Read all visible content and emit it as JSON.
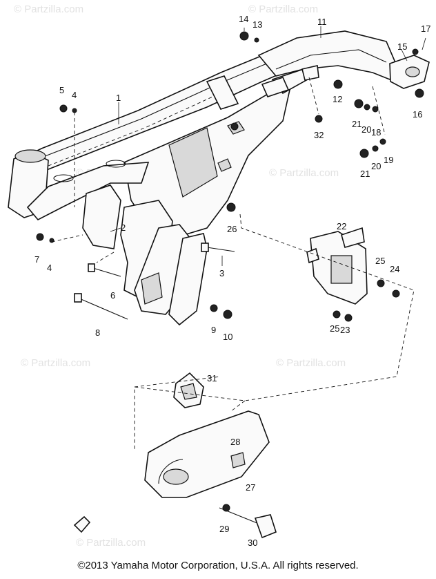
{
  "watermark": "© Partzilla.com",
  "copyright": "©2013  Yamaha Motor Corporation, U.S.A. All rights reserved.",
  "callouts": [
    "1",
    "2",
    "3",
    "4",
    "5",
    "6",
    "7",
    "8",
    "9",
    "10",
    "11",
    "12",
    "13",
    "14",
    "15",
    "16",
    "17",
    "18",
    "19",
    "20",
    "21",
    "22",
    "23",
    "24",
    "25",
    "26",
    "27",
    "28",
    "29",
    "30",
    "31",
    "32"
  ],
  "label_extras": {
    "4b": "4",
    "20b": "20",
    "21b": "21",
    "25b": "25"
  }
}
